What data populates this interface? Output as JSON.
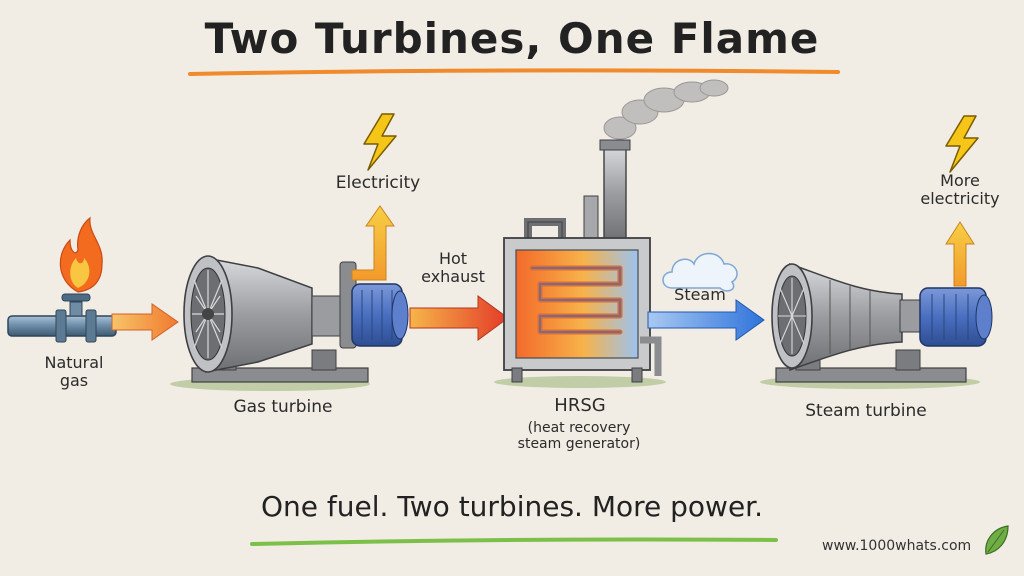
{
  "title": "Two Turbines, One Flame",
  "tagline": "One fuel. Two turbines. More power.",
  "website": "www.1000whats.com",
  "labels": {
    "natural_gas_line1": "Natural",
    "natural_gas_line2": "gas",
    "gas_turbine": "Gas turbine",
    "electricity": "Electricity",
    "hot_exhaust_line1": "Hot",
    "hot_exhaust_line2": "exhaust",
    "hrsg": "HRSG",
    "hrsg_sub_line1": "(heat recovery",
    "hrsg_sub_line2": "steam generator)",
    "steam": "Steam",
    "steam_turbine": "Steam turbine",
    "more_electricity_line1": "More",
    "more_electricity_line2": "electricity"
  },
  "colors": {
    "title_underline": "#f08a2c",
    "tagline_underline": "#7cc04a",
    "fuel_arrow": "#f2833a",
    "exhaust_arrow": "#e8402a",
    "steam_arrow": "#3a7fe0",
    "power_arrow": "#f2b632",
    "lightning": "#f5c518",
    "generator": "#4a6fc0",
    "leaf": "#5a9a3a"
  },
  "icons": [
    "flame-icon",
    "lightning-icon",
    "cloud-icon",
    "smoke-icon",
    "leaf-icon"
  ]
}
